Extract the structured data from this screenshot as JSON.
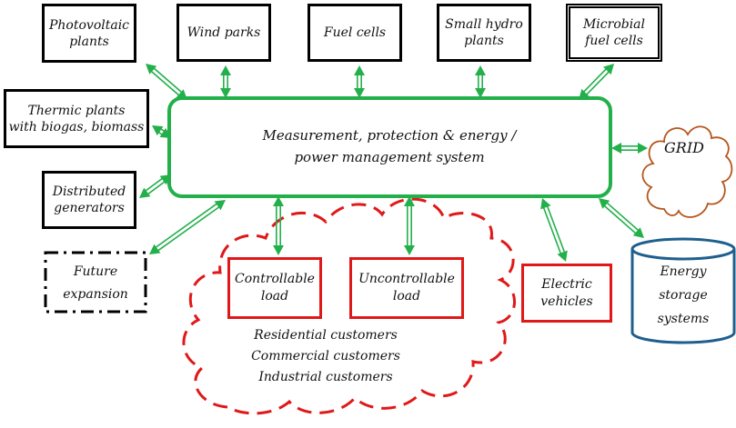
{
  "colors": {
    "green": "#23b04b",
    "red": "#e01818",
    "blue": "#1f5f8e",
    "brown": "#b5561c",
    "black": "#000000"
  },
  "sources": {
    "photovoltaic": [
      "Photovoltaic",
      "plants"
    ],
    "wind": [
      "Wind parks"
    ],
    "fuel_cells": [
      "Fuel cells"
    ],
    "small_hydro": [
      "Small hydro",
      "plants"
    ],
    "microbial": [
      "Microbial",
      "fuel cells"
    ],
    "thermic": [
      "Thermic plants",
      "with biogas, biomass"
    ],
    "distributed": [
      "Distributed",
      "generators"
    ]
  },
  "future": [
    "Future",
    "expansion"
  ],
  "central": [
    "Measurement, protection & energy /",
    "power management system"
  ],
  "grid": "GRID",
  "loads": {
    "controllable": [
      "Controllable",
      "load"
    ],
    "uncontrollable": [
      "Uncontrollable",
      "load"
    ],
    "customers": [
      "Residential customers",
      "Commercial customers",
      "Industrial customers"
    ]
  },
  "electric_vehicles": [
    "Electric",
    "vehicles"
  ],
  "storage": [
    "Energy",
    "storage",
    "systems"
  ],
  "icons": {
    "connection": "double-headed-arrow-icon",
    "grid": "cloud-icon",
    "storage": "cylinder-icon"
  }
}
